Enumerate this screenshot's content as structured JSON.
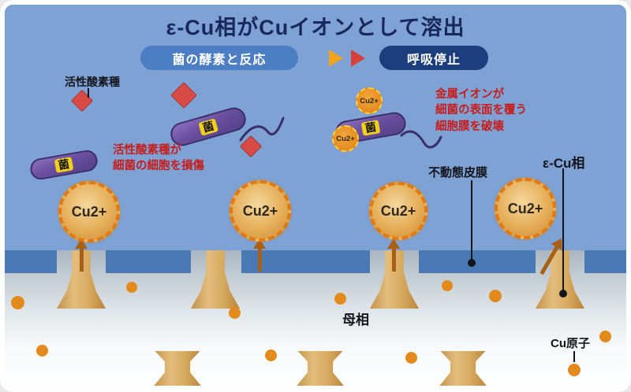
{
  "title": "ε-Cu相がCuイオンとして溶出",
  "flow": {
    "reaction_label": "菌の酵素と反応",
    "result_label": "呼吸停止"
  },
  "annotations": {
    "ros_label": "活性酸素種",
    "ros_damage_note": "活性酸素種が\n細菌の細胞を損傷",
    "metal_ion_note": "金属イオンが\n細菌の表面を覆う\n細胞膜を破壊",
    "passive_film_label": "不動態皮膜",
    "ecu_phase_label": "ε-Cu相",
    "matrix_label": "母相",
    "cu_atom_label": "Cu原子"
  },
  "symbols": {
    "bacterium_label": "菌",
    "cu_ion_label": "Cu2+"
  },
  "colors": {
    "background_blue": "#7da2d3",
    "title_navy": "#19275c",
    "reaction_pill_blue": "#4c7ec3",
    "result_pill_navy": "#1d3e7d",
    "warning_red": "#c81c1c",
    "ros_diamond_red": "#d84a45",
    "bacterium_purple": "#6a4f9e",
    "bacterium_tag_yellow": "#f2cf1b",
    "cu_ion_orange": "#e4780c",
    "passive_film_blue": "#4a7ab5",
    "ecu_phase_tan": "#d8aa60",
    "cu_atom_orange": "#e28a1c"
  }
}
